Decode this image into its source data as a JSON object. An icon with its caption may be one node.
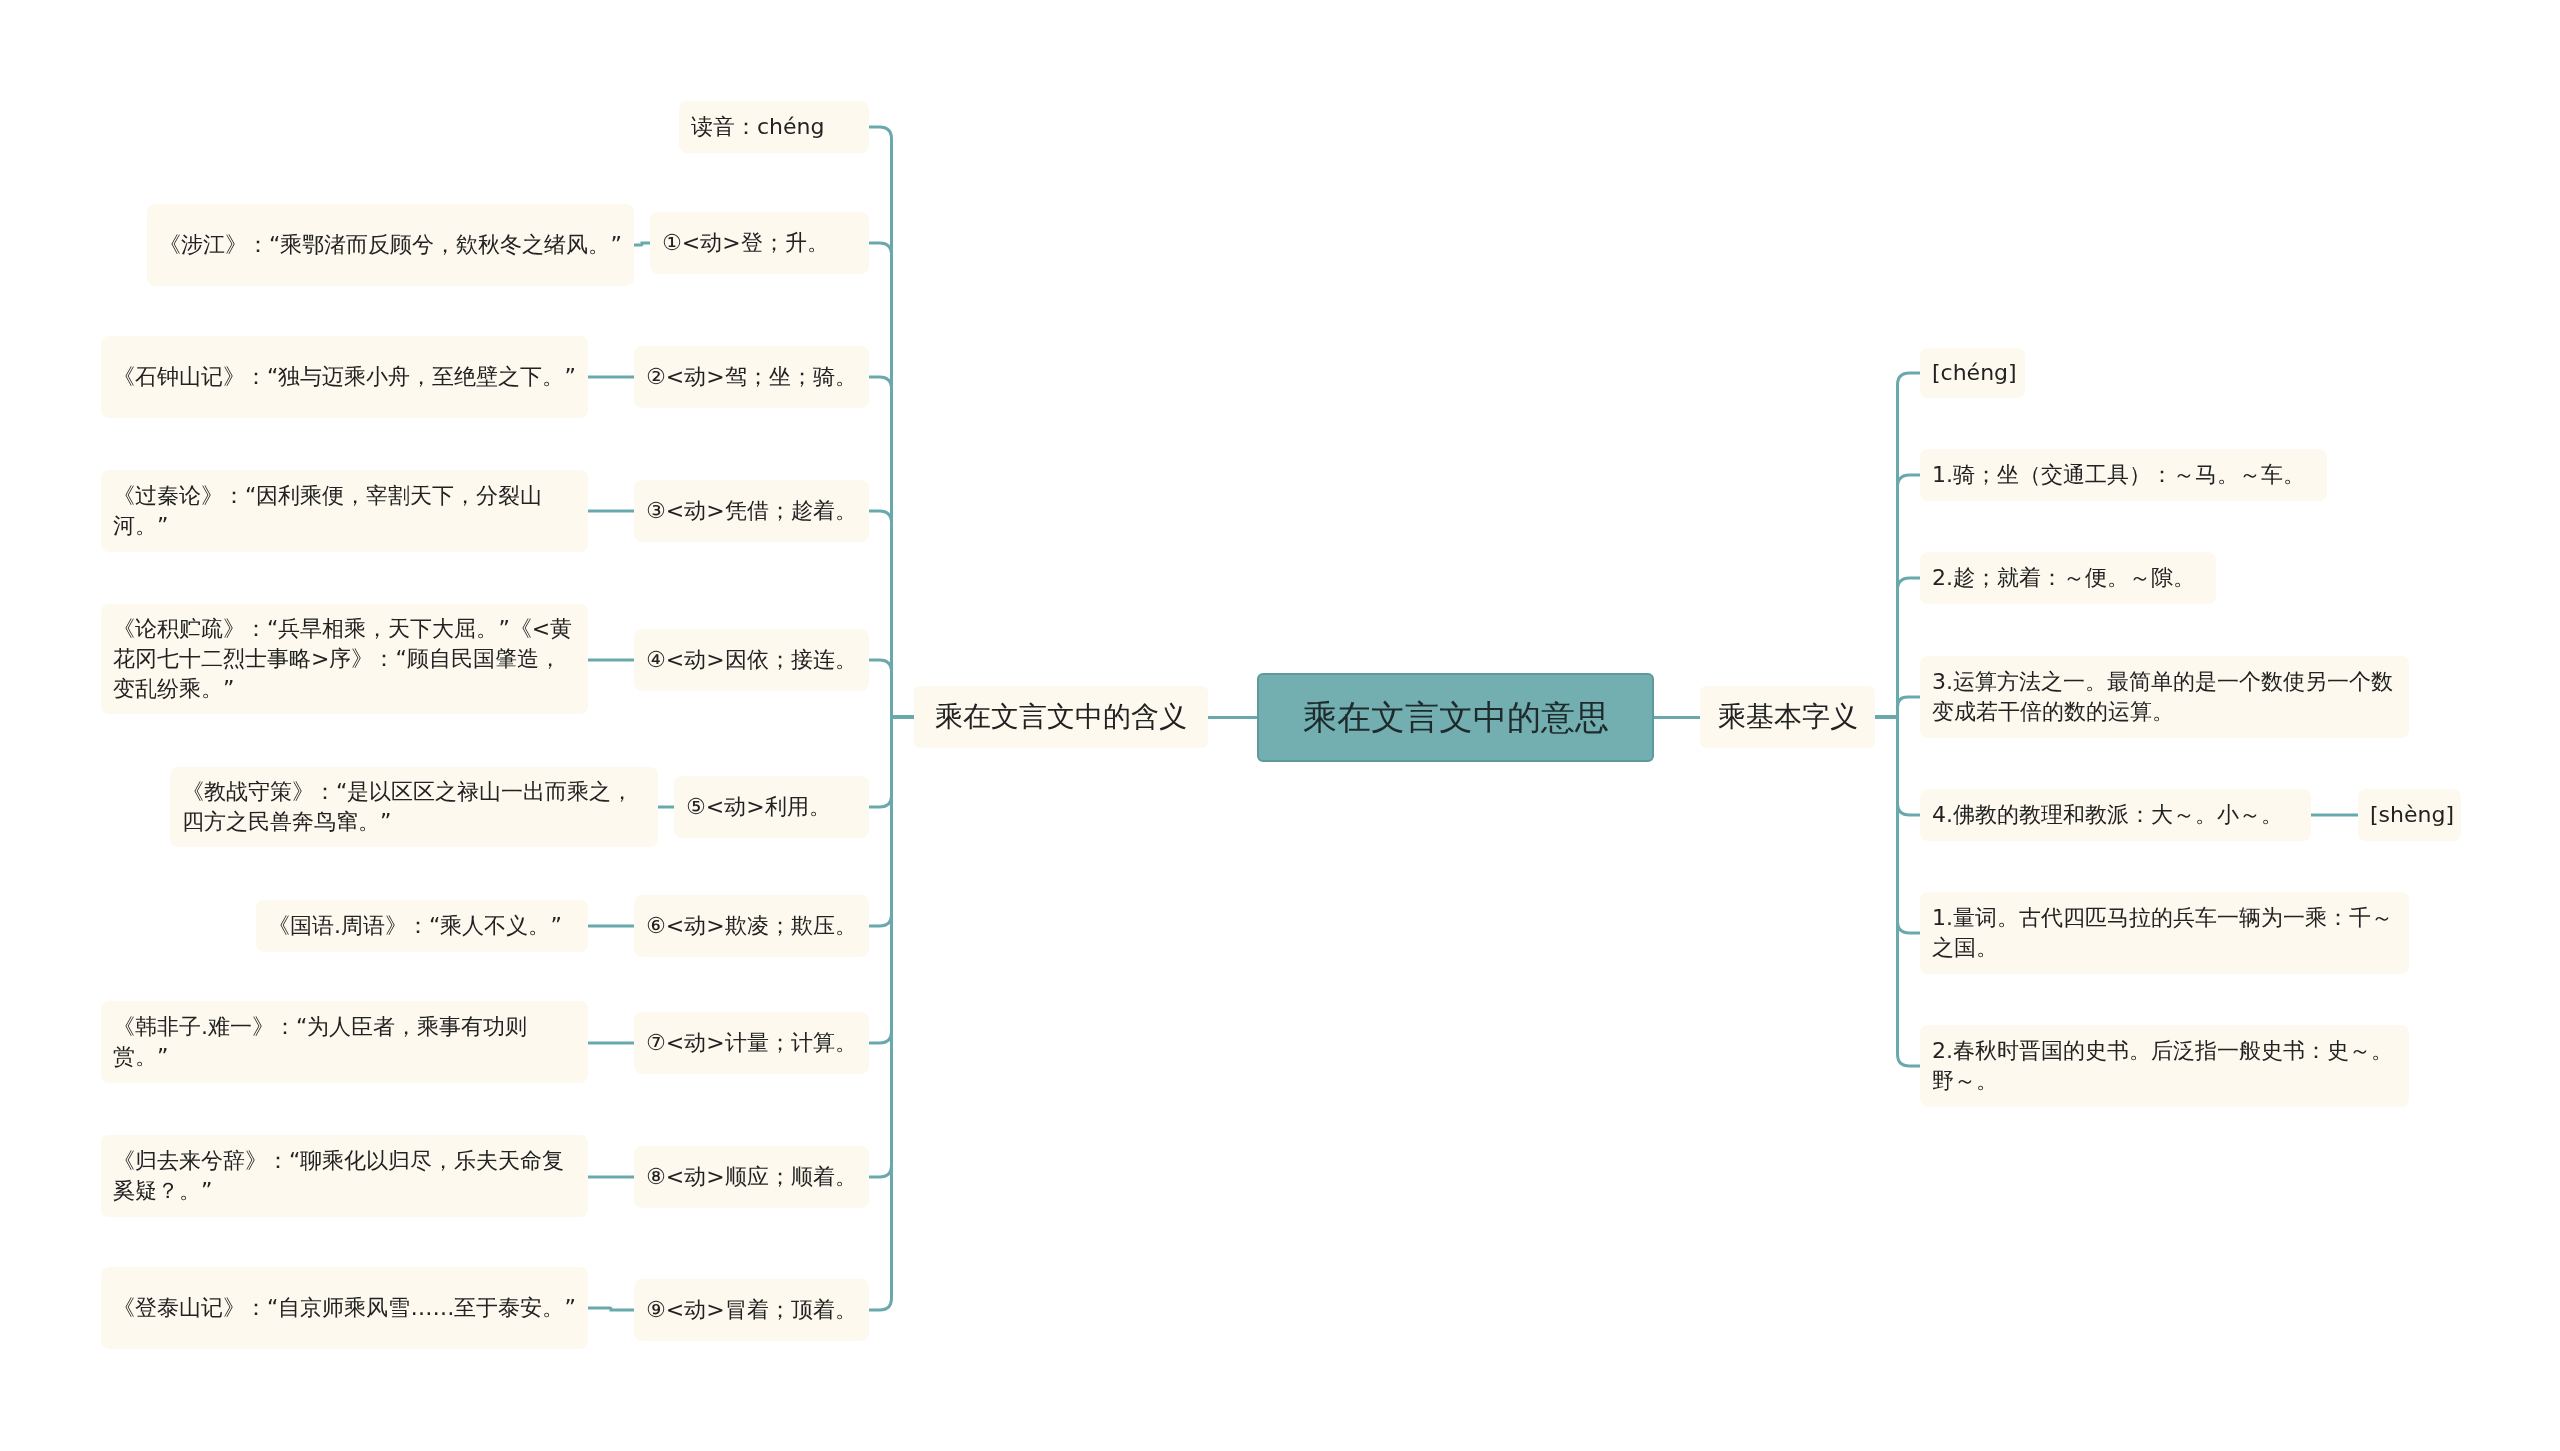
{
  "diagram": {
    "nodes": [
      {
        "text": [
          "乘在文言文中的意思"
        ]
      },
      {
        "text": [
          "乘在文言文中的含义"
        ]
      },
      {
        "text": [
          "读音：chéng"
        ]
      },
      {
        "text": [
          "①<动>登；升。"
        ]
      },
      {
        "text": [
          "《涉江》：“乘鄂渚而反顾兮，欸秋冬之绪风。”"
        ]
      },
      {
        "text": [
          "②<动>驾；坐；骑。"
        ]
      },
      {
        "text": [
          "《石钟山记》：“独与迈乘小舟，至绝壁之下。”"
        ]
      },
      {
        "text": [
          "③<动>凭借；趁着。"
        ]
      },
      {
        "text": [
          "《过秦论》：“因利乘便，宰割天下，分裂山河。”"
        ]
      },
      {
        "text": [
          "④<动>因依；接连。"
        ]
      },
      {
        "text": [
          "《论积贮疏》：“兵旱相乘，天下大屈。”《<黄花冈七十二烈士事略>序》：“顾自民国肇造，变乱纷乘。”"
        ]
      },
      {
        "text": [
          "⑤<动>利用。"
        ]
      },
      {
        "text": [
          "《教战守策》：“是以区区之禄山一出而乘之，四方之民兽奔鸟窜。”"
        ]
      },
      {
        "text": [
          "⑥<动>欺凌；欺压。"
        ]
      },
      {
        "text": [
          "《国语.周语》：“乘人不义。”"
        ]
      },
      {
        "text": [
          "⑦<动>计量；计算。"
        ]
      },
      {
        "text": [
          "《韩非子.难一》：“为人臣者，乘事有功则赏。”"
        ]
      },
      {
        "text": [
          "⑧<动>顺应；顺着。"
        ]
      },
      {
        "text": [
          "《归去来兮辞》：“聊乘化以归尽，乐夫天命复奚疑？。”"
        ]
      },
      {
        "text": [
          "⑨<动>冒着；顶着。"
        ]
      },
      {
        "text": [
          "《登泰山记》：“自京师乘风雪……至于泰安。”"
        ]
      },
      {
        "text": [
          "乘基本字义"
        ]
      },
      {
        "text": [
          "[chéng]"
        ]
      },
      {
        "text": [
          "1.骑；坐（交通工具）：～马。～车。"
        ]
      },
      {
        "text": [
          "2.趁；就着：～便。～隙。"
        ]
      },
      {
        "text": [
          "3.运算方法之一。最简单的是一个数使另一个数变成若干倍的数的运算。"
        ]
      },
      {
        "text": [
          "4.佛教的教理和教派：大～。小～。"
        ]
      },
      {
        "text": [
          "[shèng]"
        ]
      },
      {
        "text": [
          "1.量词。古代四匹马拉的兵车一辆为一乘：千～之国。"
        ]
      },
      {
        "text": [
          "2.春秋时晋国的史书。后泛指一般史书：史～。野～。"
        ]
      }
    ],
    "edges": [
      {
        "from": 0,
        "to": 1,
        "arrow": "none"
      },
      {
        "from": 1,
        "to": 2,
        "arrow": "none"
      },
      {
        "from": 1,
        "to": 3,
        "arrow": "none"
      },
      {
        "from": 3,
        "to": 4,
        "arrow": "none"
      },
      {
        "from": 1,
        "to": 5,
        "arrow": "none"
      },
      {
        "from": 5,
        "to": 6,
        "arrow": "none"
      },
      {
        "from": 1,
        "to": 7,
        "arrow": "none"
      },
      {
        "from": 7,
        "to": 8,
        "arrow": "none"
      },
      {
        "from": 1,
        "to": 9,
        "arrow": "none"
      },
      {
        "from": 9,
        "to": 10,
        "arrow": "none"
      },
      {
        "from": 1,
        "to": 11,
        "arrow": "none"
      },
      {
        "from": 11,
        "to": 12,
        "arrow": "none"
      },
      {
        "from": 1,
        "to": 13,
        "arrow": "none"
      },
      {
        "from": 13,
        "to": 14,
        "arrow": "none"
      },
      {
        "from": 1,
        "to": 15,
        "arrow": "none"
      },
      {
        "from": 15,
        "to": 16,
        "arrow": "none"
      },
      {
        "from": 1,
        "to": 17,
        "arrow": "none"
      },
      {
        "from": 17,
        "to": 18,
        "arrow": "none"
      },
      {
        "from": 1,
        "to": 19,
        "arrow": "none"
      },
      {
        "from": 19,
        "to": 20,
        "arrow": "none"
      },
      {
        "from": 0,
        "to": 21,
        "arrow": "none"
      },
      {
        "from": 21,
        "to": 22,
        "arrow": "none"
      },
      {
        "from": 21,
        "to": 23,
        "arrow": "none"
      },
      {
        "from": 21,
        "to": 24,
        "arrow": "none"
      },
      {
        "from": 21,
        "to": 25,
        "arrow": "none"
      },
      {
        "from": 21,
        "to": 26,
        "arrow": "none"
      },
      {
        "from": 26,
        "to": 27,
        "arrow": "none"
      },
      {
        "from": 21,
        "to": 28,
        "arrow": "none"
      },
      {
        "from": 21,
        "to": 29,
        "arrow": "none"
      }
    ]
  }
}
